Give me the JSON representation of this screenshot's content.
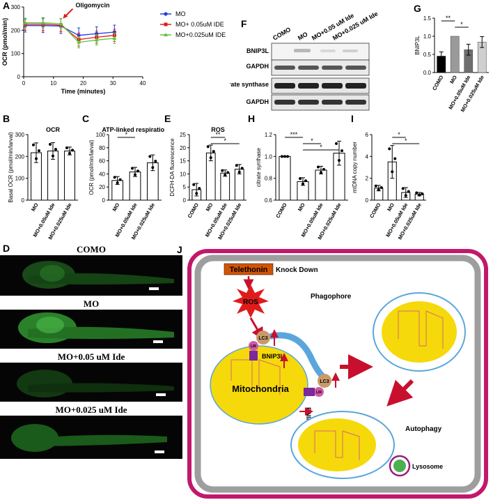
{
  "panels": {
    "A": "A",
    "B": "B",
    "C": "C",
    "D": "D",
    "E": "E",
    "F": "F",
    "G": "G",
    "H": "H",
    "I": "I",
    "J": "J"
  },
  "colors": {
    "mo": "#1f3fe0",
    "ide05": "#e01b1b",
    "ide025": "#5cc43a",
    "bar_como": "#000000",
    "bar_mo": "#9a9a9a",
    "bar_ide05": "#6e6e6e",
    "bar_ide025": "#cfcfcf",
    "cell_border": "#c2186b",
    "cell_inner": "#9e9e9e",
    "mito": "#f5d90a",
    "phagophore": "#5aa6dc",
    "ros": "#e01b1b",
    "telethonin": "#d35400",
    "lysosome": "#9b1e7a",
    "arrow": "#c8102e"
  },
  "chart_data": [
    {
      "id": "A",
      "type": "line",
      "title": "",
      "xlabel": "Time (minutes)",
      "ylabel": "OCR (pmol/min)",
      "xlim": [
        0,
        40
      ],
      "ylim": [
        0,
        300
      ],
      "xticks": [
        "0",
        "10",
        "20",
        "30",
        "40"
      ],
      "yticks": [
        "0",
        "100",
        "200",
        "300"
      ],
      "x": [
        0.5,
        6.5,
        12.5,
        18.5,
        24.5,
        30.5
      ],
      "annotation": "Oligomycin",
      "series": [
        {
          "name": "MO",
          "values": [
            220,
            220,
            218,
            178,
            185,
            192
          ],
          "err": [
            28,
            30,
            32,
            32,
            30,
            30
          ]
        },
        {
          "name": "MO+ 0.05uM IDE",
          "values": [
            226,
            226,
            222,
            160,
            170,
            178
          ],
          "err": [
            26,
            28,
            28,
            28,
            26,
            26
          ]
        },
        {
          "name": "MO+0.025uM IDE",
          "values": [
            232,
            232,
            228,
            148,
            158,
            165
          ],
          "err": [
            20,
            22,
            22,
            24,
            22,
            22
          ]
        }
      ],
      "legend": "right"
    },
    {
      "id": "B",
      "type": "bar",
      "title": "OCR",
      "ylabel": "Basal OCR (pmol/min/larval)",
      "ylim": [
        0,
        300
      ],
      "yticks": [
        "0",
        "100",
        "200",
        "300"
      ],
      "categories": [
        "MO",
        "MO+0.05uM Ide",
        "MO+0.025uM Ide"
      ],
      "values": [
        217,
        225,
        225
      ],
      "err": [
        45,
        38,
        18
      ]
    },
    {
      "id": "C",
      "type": "bar",
      "title": "ATP-linked respiration",
      "ylabel": "OCR (pmol/min/larval)",
      "ylim": [
        0,
        100
      ],
      "yticks": [
        "0",
        "20",
        "40",
        "60",
        "80",
        "100"
      ],
      "categories": [
        "MO",
        "MO+0.05uM Ide",
        "MO+0.025uM Ide"
      ],
      "values": [
        30,
        43,
        57
      ],
      "err": [
        6,
        7,
        12
      ],
      "sig": [
        {
          "from": 0,
          "to": 1,
          "label": "*"
        }
      ]
    },
    {
      "id": "E",
      "type": "bar",
      "title": "ROS",
      "ylabel": "DCFH-DA fluorescence",
      "ylim": [
        0,
        25
      ],
      "yticks": [
        "0",
        "5",
        "10",
        "15",
        "20",
        "25"
      ],
      "categories": [
        "COMO",
        "MO",
        "MO+0.05uM Ide",
        "MO+0.025uM Ide"
      ],
      "values": [
        4,
        18,
        10.3,
        11.8
      ],
      "err": [
        2.4,
        3,
        1.2,
        1.8
      ],
      "sig": [
        {
          "from": 1,
          "to": 2,
          "label": "**"
        },
        {
          "from": 1,
          "to": 3,
          "label": "*"
        }
      ]
    },
    {
      "id": "G",
      "type": "bar",
      "title": "",
      "ylabel": "BNIP3L",
      "ylim": [
        0,
        1.5
      ],
      "yticks": [
        "0.0",
        "0.5",
        "1.0",
        "1.5"
      ],
      "categories": [
        "COMO",
        "MO",
        "MO+0.05uM Ide",
        "MO+0.025uM Ide"
      ],
      "values": [
        0.45,
        1.0,
        0.63,
        0.84
      ],
      "err": [
        0.12,
        0,
        0.15,
        0.15
      ],
      "sig": [
        {
          "from": 0,
          "to": 1,
          "label": "**"
        },
        {
          "from": 1,
          "to": 2,
          "label": "*"
        }
      ]
    },
    {
      "id": "H",
      "type": "bar",
      "title": "",
      "ylabel": "citrate synthase",
      "ylim": [
        0.6,
        1.2
      ],
      "yticks": [
        "0.6",
        "0.8",
        "1.0",
        "1.2"
      ],
      "categories": [
        "COMO",
        "MO",
        "MO+0.05uM Ide",
        "MO+0.025uM Ide"
      ],
      "values": [
        1.0,
        0.77,
        0.875,
        1.03
      ],
      "err": [
        0,
        0.035,
        0.035,
        0.11
      ],
      "sig": [
        {
          "from": 0,
          "to": 1,
          "label": "***"
        },
        {
          "from": 1,
          "to": 2,
          "label": "*"
        },
        {
          "from": 1,
          "to": 3,
          "label": "*"
        }
      ]
    },
    {
      "id": "I",
      "type": "bar",
      "title": "",
      "ylabel": "mtDNA copy number",
      "ylim": [
        0,
        6
      ],
      "yticks": [
        "0",
        "2",
        "4",
        "6"
      ],
      "categories": [
        "COMO",
        "MO",
        "MO+0.05uM Ide",
        "MO+0.025uM Ide"
      ],
      "values": [
        1.1,
        3.5,
        0.7,
        0.55
      ],
      "err": [
        0.25,
        1.5,
        0.45,
        0.15
      ],
      "sig": [
        {
          "from": 1,
          "to": 2,
          "label": "*"
        },
        {
          "from": 1,
          "to": 3,
          "label": "*"
        }
      ]
    }
  ],
  "blot": {
    "lanes": [
      "COMO",
      "MO",
      "MO+0.05 uM Ide",
      "MO+0.025 uM Ide"
    ],
    "rows": [
      "BNIP3L",
      "GAPDH",
      "Citrate synthase",
      "GAPDH"
    ]
  },
  "fish": {
    "labels": [
      "COMO",
      "MO",
      "MO+0.05 uM Ide",
      "MO+0.025 uM Ide"
    ]
  },
  "diagram": {
    "telethonin": "Telethonin",
    "knockdown": "Knock Down",
    "ros": "ROS",
    "phagophore": "Phagophore",
    "lc3": "LC3",
    "lir": "LIR",
    "bnip3l": "BNIP3L",
    "mitochondria": "Mitochondria",
    "autophagy": "Autophagy",
    "lysosome": "Lysosome"
  }
}
